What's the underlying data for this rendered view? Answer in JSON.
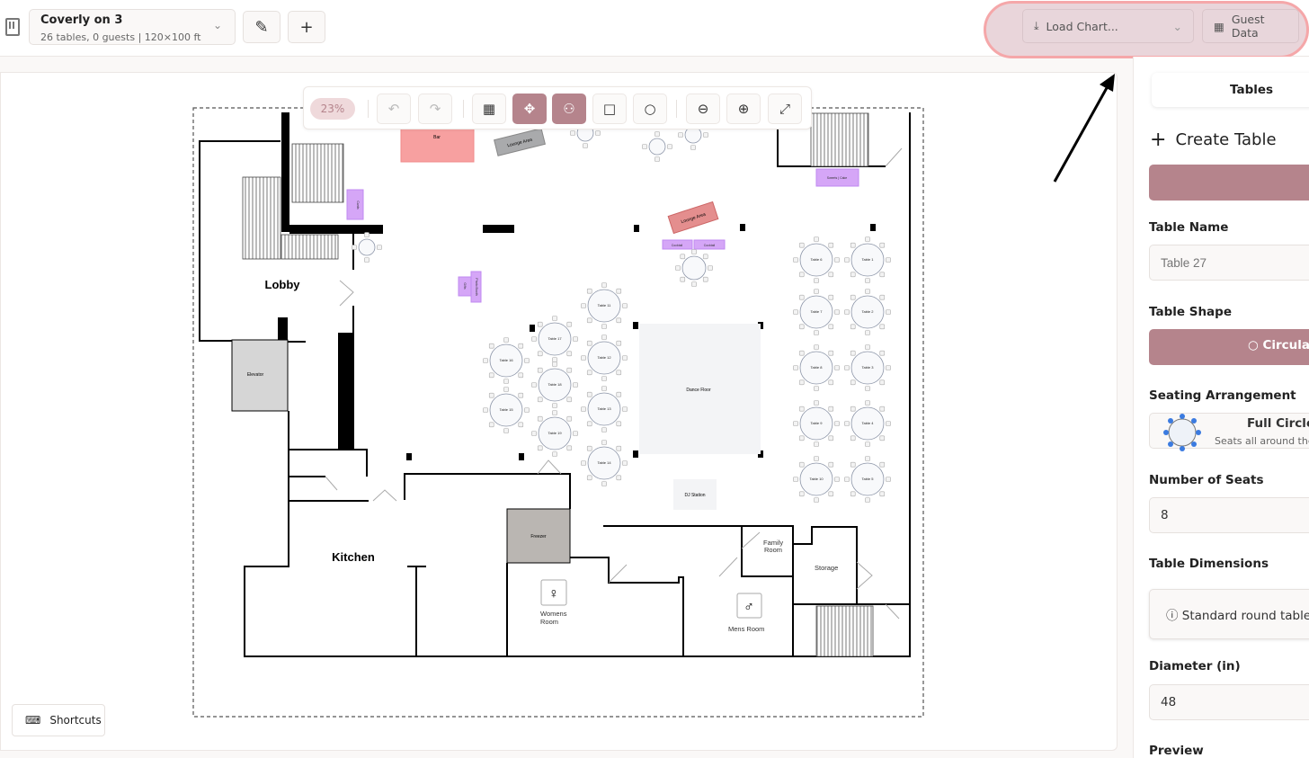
{
  "header": {
    "chart_title": "Coverly on 3",
    "chart_subtitle": "26 tables, 0 guests | 120×100 ft",
    "load_chart": "Load Chart...",
    "guest_data": "Guest Data"
  },
  "toolbar": {
    "zoom": "23%"
  },
  "shortcuts": "Shortcuts",
  "panel": {
    "tab": "Tables",
    "create_title": "Create Table",
    "table_name_label": "Table Name",
    "table_name_placeholder": "Table 27",
    "table_shape_label": "Table Shape",
    "shape_value": "Circular",
    "seating_label": "Seating Arrangement",
    "seating_title": "Full Circle",
    "seating_desc": "Seats all around the table",
    "seats_label": "Number of Seats",
    "seats_value": "8",
    "dims_label": "Table Dimensions",
    "dims_info": "Standard round tables",
    "diameter_label": "Diameter (in)",
    "diameter_value": "48",
    "preview_label": "Preview"
  },
  "plan": {
    "rooms": {
      "lobby": "Lobby",
      "kitchen": "Kitchen",
      "elevator": "Elevator",
      "freezer": "Freezer",
      "womens1": "Womens",
      "womens2": "Room",
      "mens": "Mens Room",
      "family1": "Family",
      "family2": "Room",
      "storage": "Storage",
      "dance": "Dance Floor",
      "dj": "DJ Station",
      "bar": "Bar",
      "lounge1": "Lounge Area",
      "lounge2": "Lounge Area",
      "sweets": "Sweets | Cake",
      "gifts": "Gifts",
      "photo": "Photo Booth",
      "cards": "Cards",
      "cocktail1": "Cocktail",
      "cocktail2": "Cocktail"
    },
    "tables": [
      "Table 6",
      "Table 1",
      "Table 7",
      "Table 2",
      "Table 8",
      "Table 3",
      "Table 9",
      "Table 4",
      "Table 10",
      "Table 5",
      "Table 11",
      "Table 12",
      "Table 13",
      "Table 14",
      "Table 17",
      "Table 18",
      "Table 19",
      "Table 16",
      "Table 15"
    ]
  },
  "colors": {
    "accent": "#b5848c",
    "highlight": "#f5a7a9"
  }
}
